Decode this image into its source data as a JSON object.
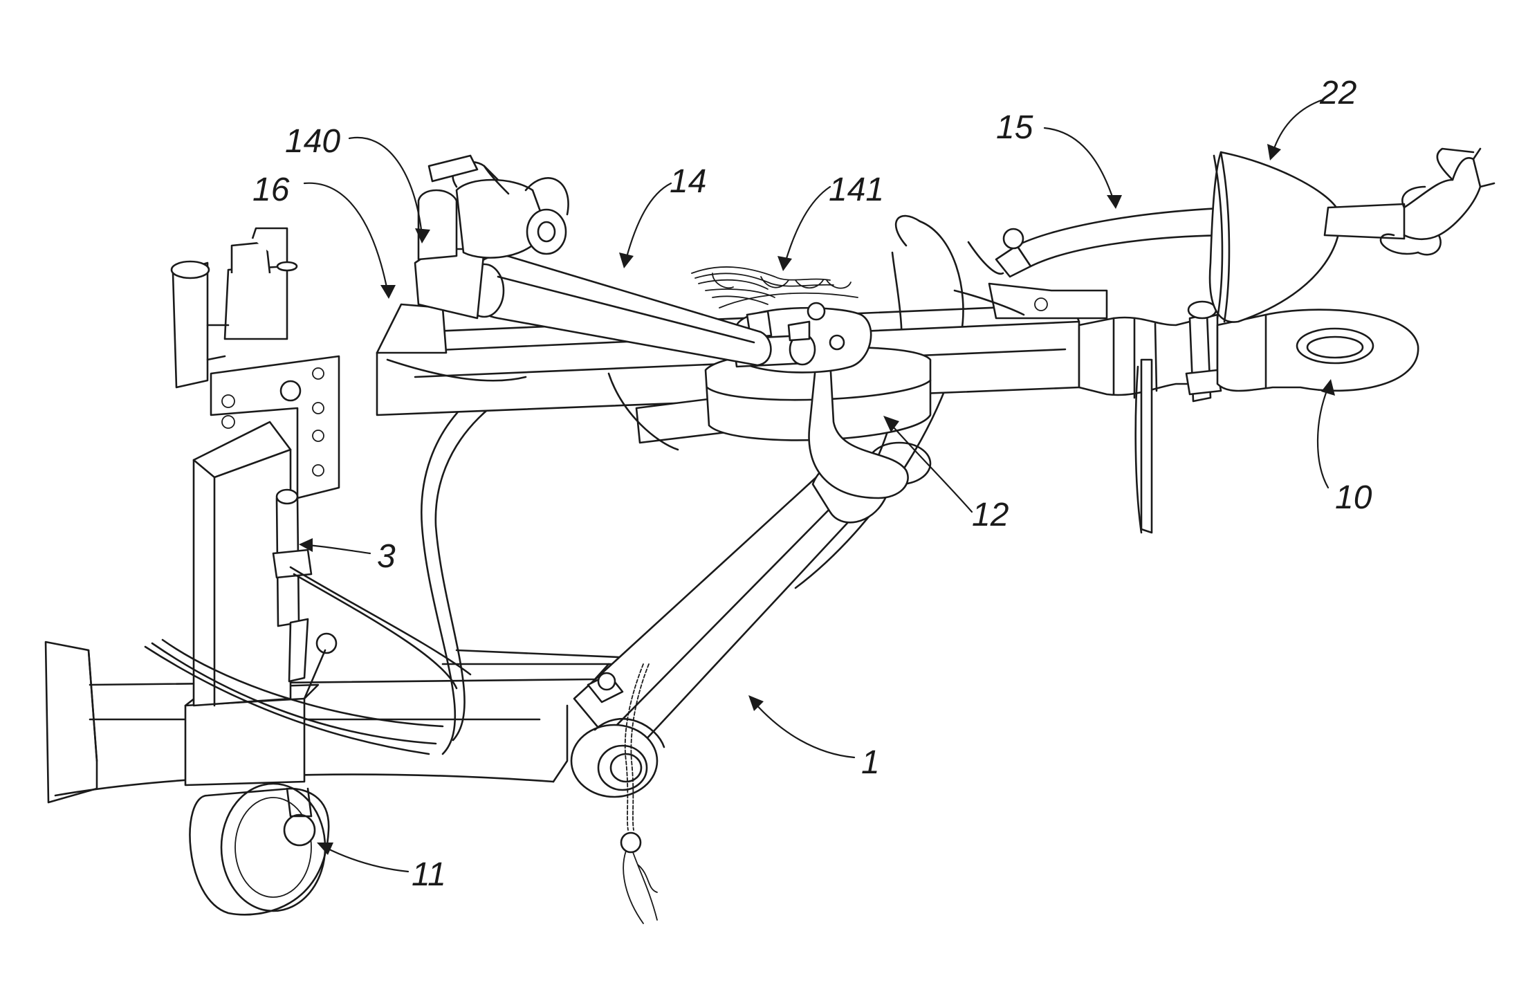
{
  "figure": {
    "reference_labels": {
      "r1": "1",
      "r3": "3",
      "r10": "10",
      "r11": "11",
      "r12": "12",
      "r14": "14",
      "r15": "15",
      "r16": "16",
      "r22": "22",
      "r140": "140",
      "r141": "141"
    }
  }
}
